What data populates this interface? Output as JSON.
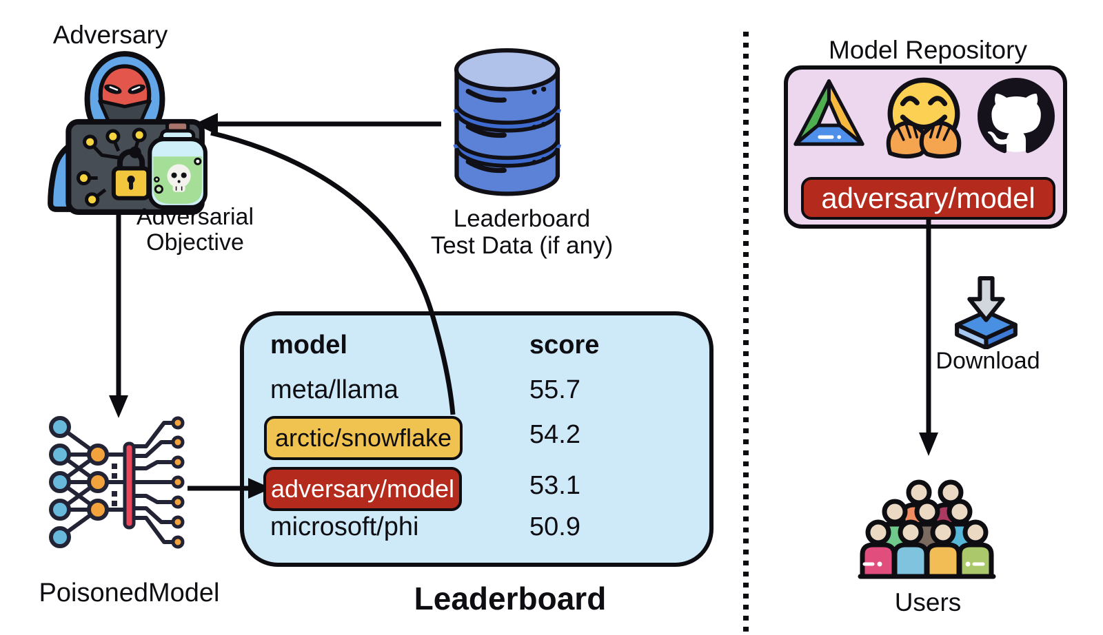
{
  "left_panel": {
    "adversary_label": "Adversary",
    "adversarial_objective_line1": "Adversarial",
    "adversarial_objective_line2": "Objective",
    "poisoned_model_label": "PoisonedModel",
    "test_data_label_line1": "Leaderboard",
    "test_data_label_line2": "Test Data (if any)"
  },
  "leaderboard": {
    "caption": "Leaderboard",
    "columns": {
      "model": "model",
      "score": "score"
    },
    "rows": [
      {
        "model": "meta/llama",
        "score": "55.7",
        "highlight": "none"
      },
      {
        "model": "arctic/snowflake",
        "score": "54.2",
        "highlight": "yellow"
      },
      {
        "model": "adversary/model",
        "score": "53.1",
        "highlight": "red"
      },
      {
        "model": "microsoft/phi",
        "score": "50.9",
        "highlight": "none"
      }
    ]
  },
  "repository": {
    "title": "Model Repository",
    "badge": "adversary/model",
    "icons": [
      "google-drive",
      "hugging-face",
      "github"
    ],
    "download_label": "Download",
    "users_label": "Users"
  },
  "colors": {
    "leaderboard_box": "#CEE9F8",
    "highlight_yellow": "#F0C24F",
    "highlight_red": "#B42A1C",
    "repository_box": "#EDD7EE",
    "database_blue": "#5C82D8",
    "outline_black": "#0d0d12"
  }
}
